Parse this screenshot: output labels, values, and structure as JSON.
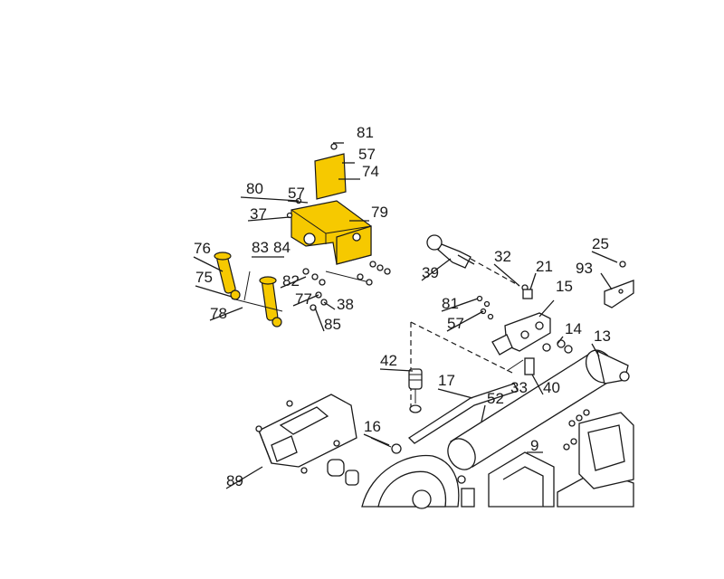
{
  "diagram": {
    "highlight_color": "#f6c900",
    "line_color": "#1a1a1a",
    "callouts": [
      "81",
      "57",
      "74",
      "80",
      "57",
      "37",
      "79",
      "76",
      "83",
      "84",
      "75",
      "82",
      "77",
      "38",
      "78",
      "85",
      "25",
      "32",
      "21",
      "93",
      "39",
      "15",
      "81",
      "57",
      "14",
      "13",
      "42",
      "17",
      "52",
      "33",
      "40",
      "16",
      "9",
      "89"
    ]
  }
}
